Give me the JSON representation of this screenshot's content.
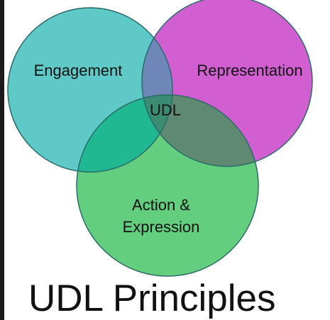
{
  "diagram": {
    "circles": [
      {
        "id": "engagement",
        "label": "Engagement",
        "color": "#5ec9c6"
      },
      {
        "id": "representation",
        "label": "Representation",
        "color": "#d15fd1"
      },
      {
        "id": "action",
        "label_lines": [
          "Action &",
          "Expression"
        ],
        "color": "#63cf7e"
      }
    ],
    "center_label": "UDL",
    "overlap_colors": {
      "engagement_representation": "#6f86b9",
      "engagement_action": "#1fb890",
      "representation_action": "#5f8970",
      "all_three": "#3a8c72"
    },
    "outline_color": "#2a6b69"
  },
  "title": "UDL Principles"
}
